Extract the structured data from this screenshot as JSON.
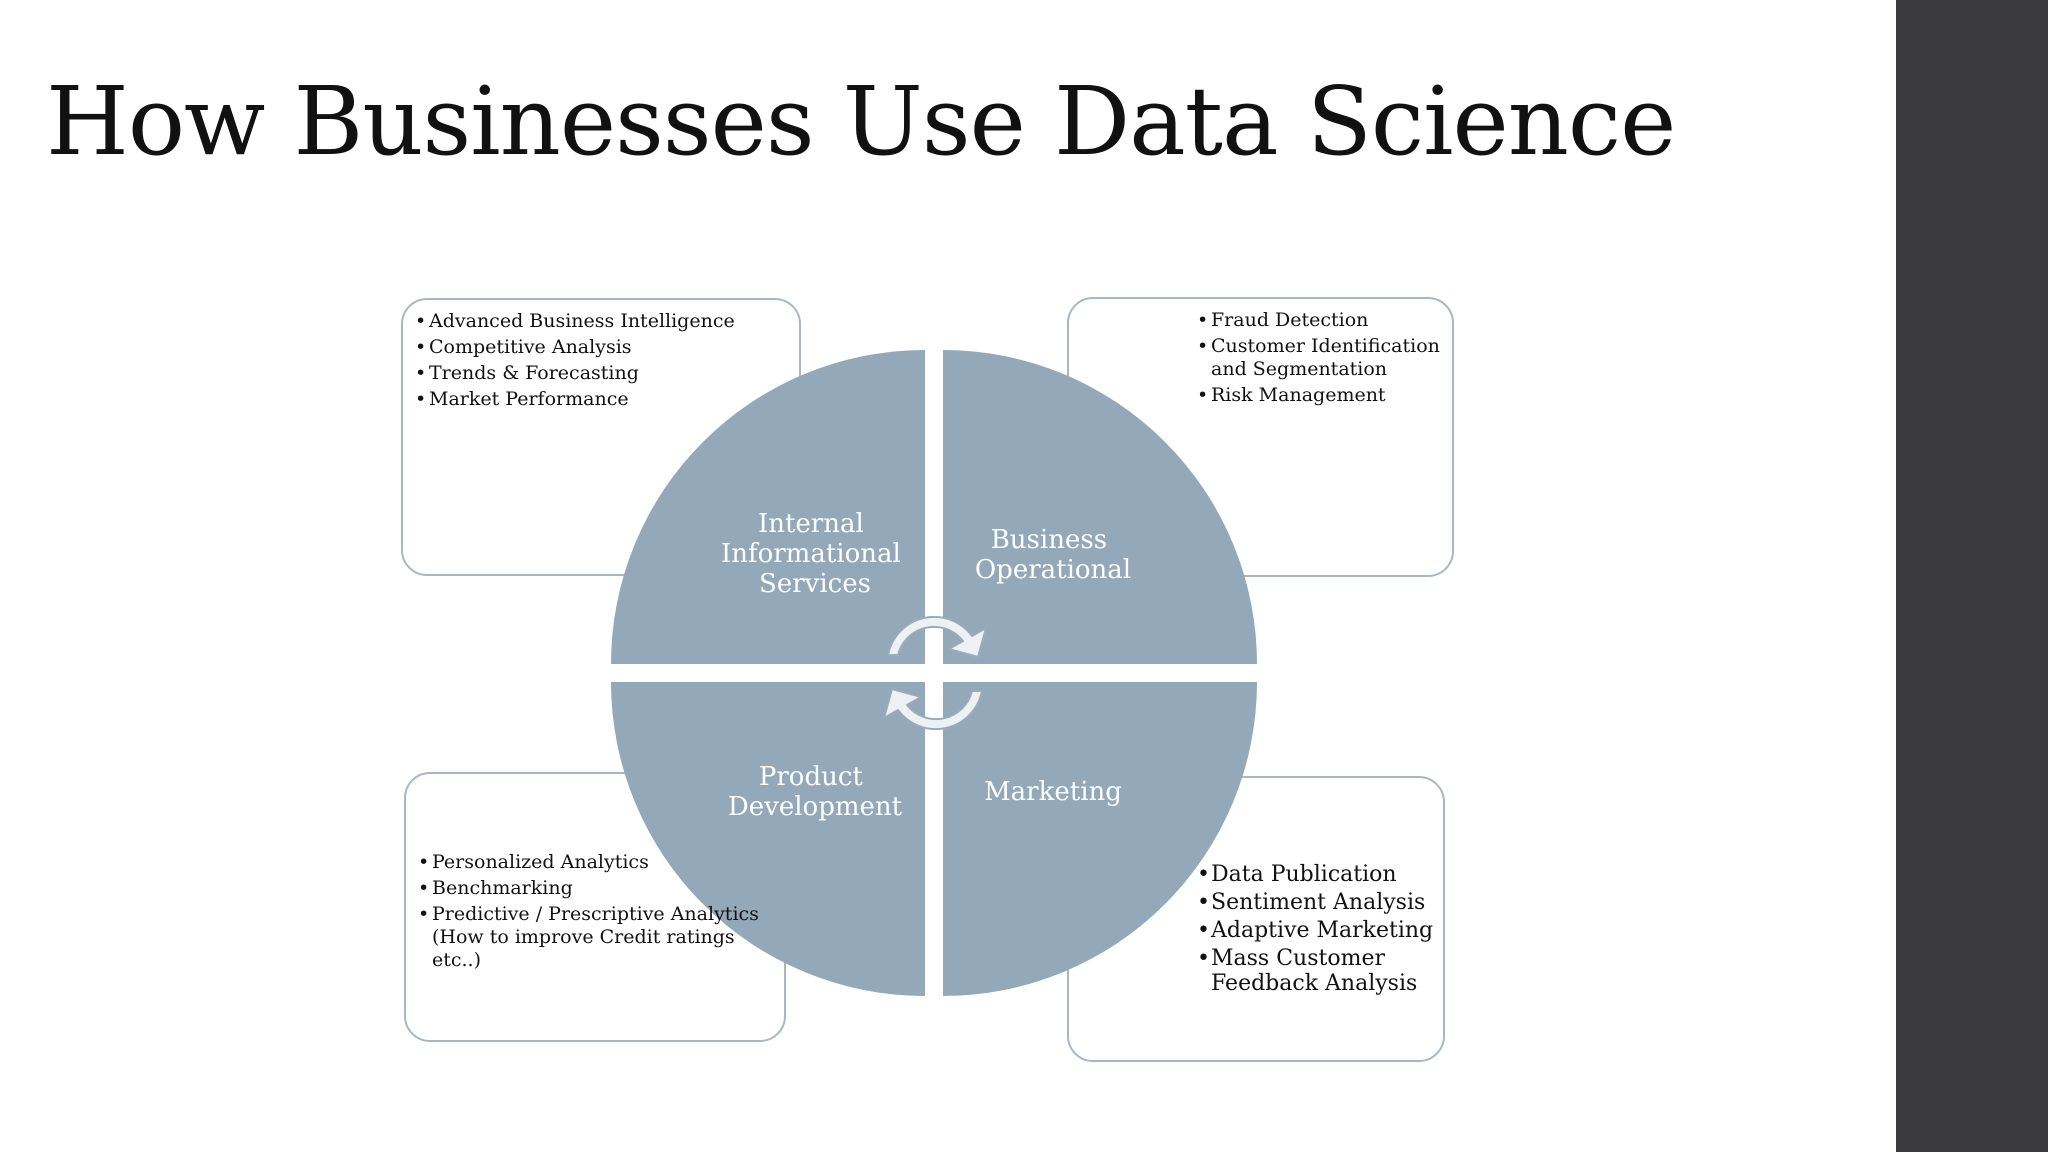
{
  "slide": {
    "title": "How Businesses Use Data Science"
  },
  "quadrants": {
    "top_left": {
      "label_lines": [
        "Internal",
        "Informational",
        "Services"
      ]
    },
    "top_right": {
      "label_lines": [
        "Business",
        "Operational"
      ]
    },
    "bottom_left": {
      "label_lines": [
        "Product",
        "Development"
      ]
    },
    "bottom_right": {
      "label_lines": [
        "Marketing"
      ]
    }
  },
  "boxes": {
    "top_left": {
      "items": [
        "Advanced Business Intelligence",
        "Competitive Analysis",
        "Trends & Forecasting",
        "Market Performance"
      ]
    },
    "top_right": {
      "items": [
        "Fraud Detection",
        "Customer Identification and Segmentation",
        "Risk Management"
      ]
    },
    "bottom_left": {
      "items": [
        "Personalized Analytics",
        "Benchmarking",
        "Predictive / Prescriptive Analytics (How to improve Credit ratings etc..)"
      ]
    },
    "bottom_right": {
      "items": [
        "Data Publication",
        "Sentiment Analysis",
        "Adaptive Marketing",
        "Mass Customer Feedback Analysis"
      ]
    }
  },
  "colors": {
    "quadrant_fill": "#93a8b8",
    "box_border": "#a9b7c3",
    "arrow_fill": "#eef1f4",
    "arrow_stroke": "#9aabb9",
    "sidebar": "#3b3b3d"
  }
}
